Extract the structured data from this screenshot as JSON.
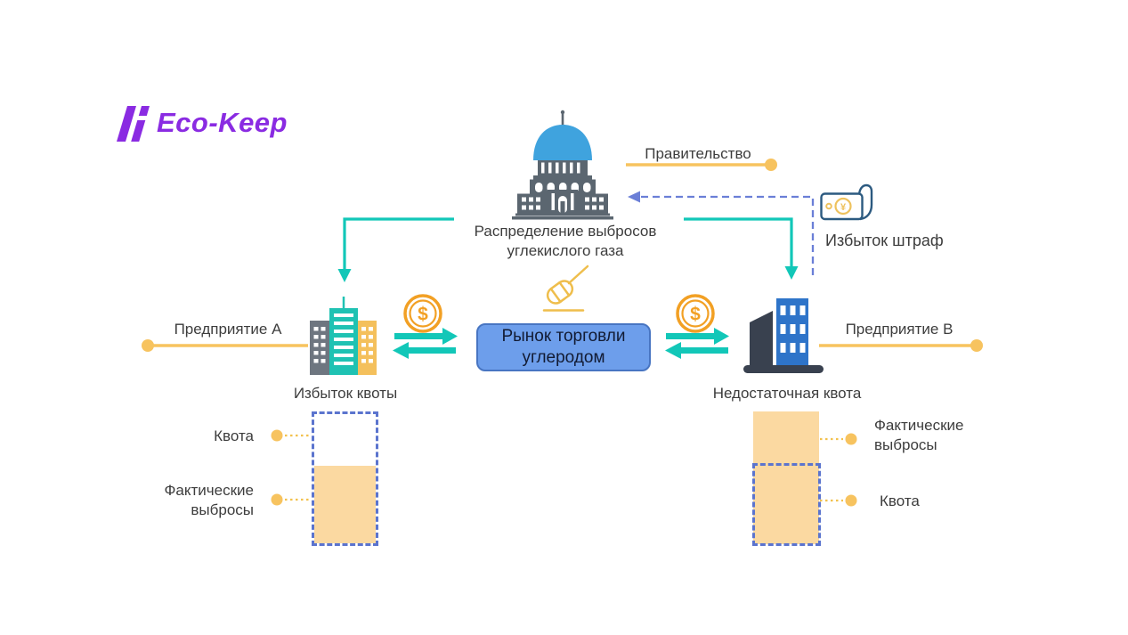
{
  "logo": {
    "text": "Eco-Keep"
  },
  "government": {
    "label": "Правительство",
    "caption_line1": "Распределение выбросов",
    "caption_line2": "углекислого газа"
  },
  "penalty": {
    "label": "Избыток штраф",
    "currency_symbol": "¥"
  },
  "market": {
    "line1": "Рынок торговли",
    "line2": "углеродом"
  },
  "exchange": {
    "coin_symbol": "$"
  },
  "enterprise_a": {
    "label": "Предприятие А",
    "status": "Избыток квоты"
  },
  "enterprise_b": {
    "label": "Предприятие В",
    "status": "Недостаточная квота"
  },
  "chart_a": {
    "quota_label": "Квота",
    "actual_line1": "Фактические",
    "actual_line2": "выбросы"
  },
  "chart_b": {
    "actual_line1": "Фактические",
    "actual_line2": "выбросы",
    "quota_label": "Квота"
  },
  "colors": {
    "logo_purple": "#8A2BE2",
    "accent_teal": "#12C7B8",
    "accent_yellow": "#F7C35F",
    "coin_orange": "#F2A024",
    "dashed_blue": "#6B7FD7",
    "chart_dashed_blue": "#5B74CE",
    "bar_fill_orange": "#FBD9A1",
    "market_fill": "#6D9EEB",
    "market_border": "#4875C2",
    "gov_gray": "#5B6670",
    "dome_blue": "#3FA3DE",
    "building_gray": "#6E7680",
    "building_teal": "#1FC2B3",
    "building_yellow": "#F4C05C",
    "building_navy": "#39414F",
    "building_blue": "#2E74C9",
    "text": "#3D3D3D"
  }
}
